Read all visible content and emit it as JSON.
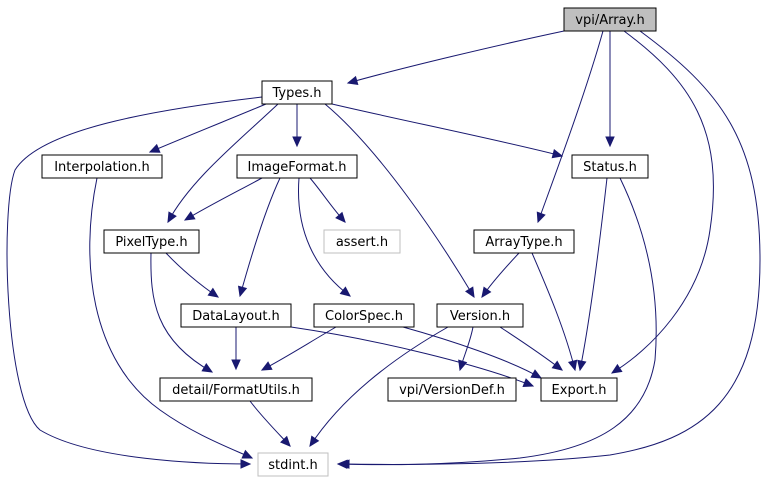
{
  "diagram": {
    "colors": {
      "edge": "#191970",
      "node_border": "#000000",
      "external_border": "#bfbfbf",
      "root_fill": "#bfbfbf",
      "node_fill": "#ffffff"
    },
    "nodes": [
      {
        "id": "array",
        "label": "vpi/Array.h",
        "kind": "root"
      },
      {
        "id": "types",
        "label": "Types.h",
        "kind": "file"
      },
      {
        "id": "interp",
        "label": "Interpolation.h",
        "kind": "file"
      },
      {
        "id": "imgfmt",
        "label": "ImageFormat.h",
        "kind": "file"
      },
      {
        "id": "status",
        "label": "Status.h",
        "kind": "file"
      },
      {
        "id": "pixtype",
        "label": "PixelType.h",
        "kind": "file"
      },
      {
        "id": "assert",
        "label": "assert.h",
        "kind": "external"
      },
      {
        "id": "arraytype",
        "label": "ArrayType.h",
        "kind": "file"
      },
      {
        "id": "datalayout",
        "label": "DataLayout.h",
        "kind": "file"
      },
      {
        "id": "colorspec",
        "label": "ColorSpec.h",
        "kind": "file"
      },
      {
        "id": "version",
        "label": "Version.h",
        "kind": "file"
      },
      {
        "id": "fmtutils",
        "label": "detail/FormatUtils.h",
        "kind": "file"
      },
      {
        "id": "versiondef",
        "label": "vpi/VersionDef.h",
        "kind": "file"
      },
      {
        "id": "export",
        "label": "Export.h",
        "kind": "file"
      },
      {
        "id": "stdint",
        "label": "stdint.h",
        "kind": "external"
      }
    ],
    "edges": [
      {
        "from": "array",
        "to": "types"
      },
      {
        "from": "array",
        "to": "arraytype"
      },
      {
        "from": "array",
        "to": "status"
      },
      {
        "from": "array",
        "to": "export"
      },
      {
        "from": "array",
        "to": "stdint"
      },
      {
        "from": "types",
        "to": "interp"
      },
      {
        "from": "types",
        "to": "imgfmt"
      },
      {
        "from": "types",
        "to": "status"
      },
      {
        "from": "types",
        "to": "pixtype"
      },
      {
        "from": "types",
        "to": "version"
      },
      {
        "from": "types",
        "to": "stdint"
      },
      {
        "from": "interp",
        "to": "stdint"
      },
      {
        "from": "imgfmt",
        "to": "pixtype"
      },
      {
        "from": "imgfmt",
        "to": "assert"
      },
      {
        "from": "imgfmt",
        "to": "datalayout"
      },
      {
        "from": "imgfmt",
        "to": "colorspec"
      },
      {
        "from": "status",
        "to": "export"
      },
      {
        "from": "status",
        "to": "stdint"
      },
      {
        "from": "pixtype",
        "to": "datalayout"
      },
      {
        "from": "pixtype",
        "to": "fmtutils"
      },
      {
        "from": "arraytype",
        "to": "version"
      },
      {
        "from": "arraytype",
        "to": "export"
      },
      {
        "from": "datalayout",
        "to": "fmtutils"
      },
      {
        "from": "datalayout",
        "to": "export"
      },
      {
        "from": "colorspec",
        "to": "fmtutils"
      },
      {
        "from": "colorspec",
        "to": "export"
      },
      {
        "from": "version",
        "to": "versiondef"
      },
      {
        "from": "version",
        "to": "export"
      },
      {
        "from": "version",
        "to": "stdint"
      },
      {
        "from": "fmtutils",
        "to": "stdint"
      }
    ]
  }
}
